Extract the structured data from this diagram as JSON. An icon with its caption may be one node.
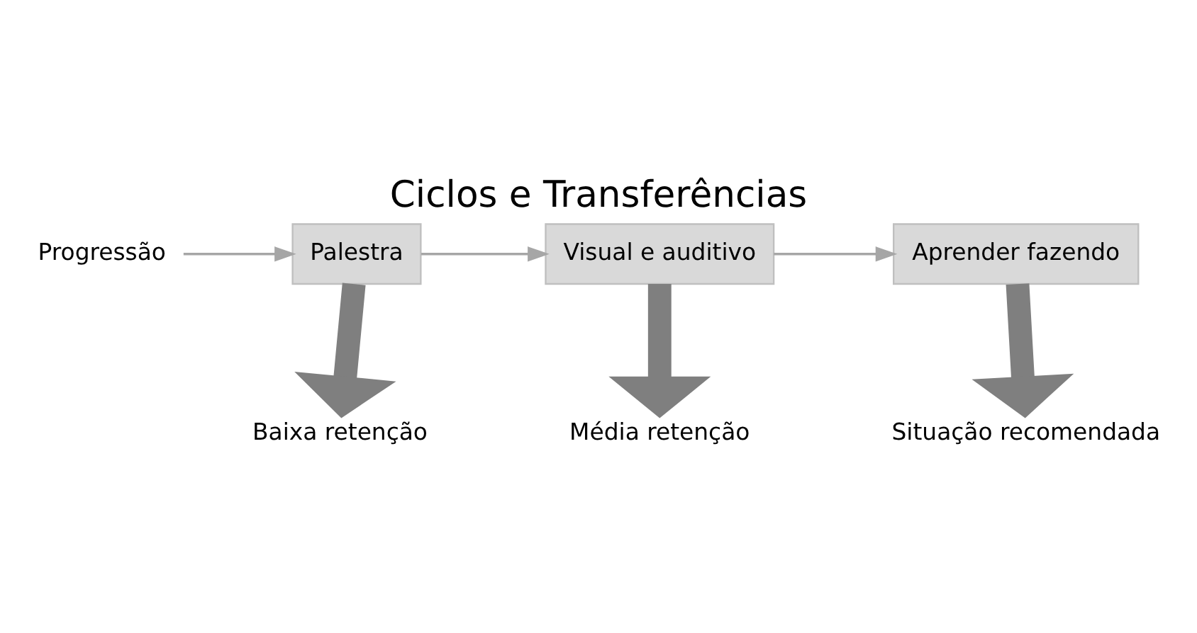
{
  "diagram": {
    "title": "Ciclos e Transferências",
    "nodes": [
      {
        "text": [
          "Progressão"
        ]
      },
      {
        "text": [
          "Palestra"
        ]
      },
      {
        "text": [
          "Visual e auditivo"
        ]
      },
      {
        "text": [
          "Aprender fazendo"
        ]
      },
      {
        "text": [
          "Baixa retenção"
        ]
      },
      {
        "text": [
          "Média retenção"
        ]
      },
      {
        "text": [
          "Situação recomendada"
        ]
      }
    ],
    "edges": [
      {
        "from": 0,
        "to": 1,
        "arrow": "to"
      },
      {
        "from": 1,
        "to": 2,
        "arrow": "to"
      },
      {
        "from": 2,
        "to": 3,
        "arrow": "to"
      },
      {
        "from": 1,
        "to": 4,
        "arrow": "to",
        "style": "thick",
        "color": "#7f7f7f"
      },
      {
        "from": 2,
        "to": 5,
        "arrow": "to",
        "style": "thick",
        "color": "#7f7f7f"
      },
      {
        "from": 3,
        "to": 6,
        "arrow": "to",
        "style": "thick",
        "color": "#7f7f7f"
      }
    ]
  }
}
